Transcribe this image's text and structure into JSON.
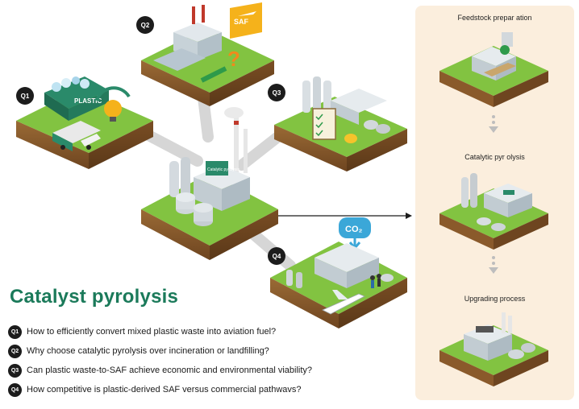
{
  "title": "Catalyst pyrolysis",
  "questions": [
    {
      "badge": "Q1",
      "text": "How to efficiently convert mixed plastic waste into aviation fuel?"
    },
    {
      "badge": "Q2",
      "text": "Why choose catalytic pyrolysis over incineration or landfilling?"
    },
    {
      "badge": "Q3",
      "text": "Can plastic waste-to-SAF achieve economic and environmental viability?"
    },
    {
      "badge": "Q4",
      "text": "How competitive is plastic-derived SAF versus commercial pathwavs?"
    }
  ],
  "tile_badges": {
    "q1": "Q1",
    "q2": "Q2",
    "q3": "Q3",
    "q4": "Q4"
  },
  "tile_labels": {
    "plastic": "PLASTIC",
    "saf": "SAF",
    "co2": "CO₂",
    "catalyst": "Catalytic pyrolysis"
  },
  "process_stages": {
    "feedstock": "Feedstock prepar ation",
    "pyrolysis": "Catalytic pyr olysis",
    "upgrading": "Upgrading process"
  },
  "colors": {
    "title_green": "#1b7a5a",
    "grass": "#7cbf3a",
    "soil": "#8a5a2b",
    "panel_bg": "#fbeedd",
    "road": "#cfcfcf",
    "saf_yellow": "#f5b21b"
  }
}
